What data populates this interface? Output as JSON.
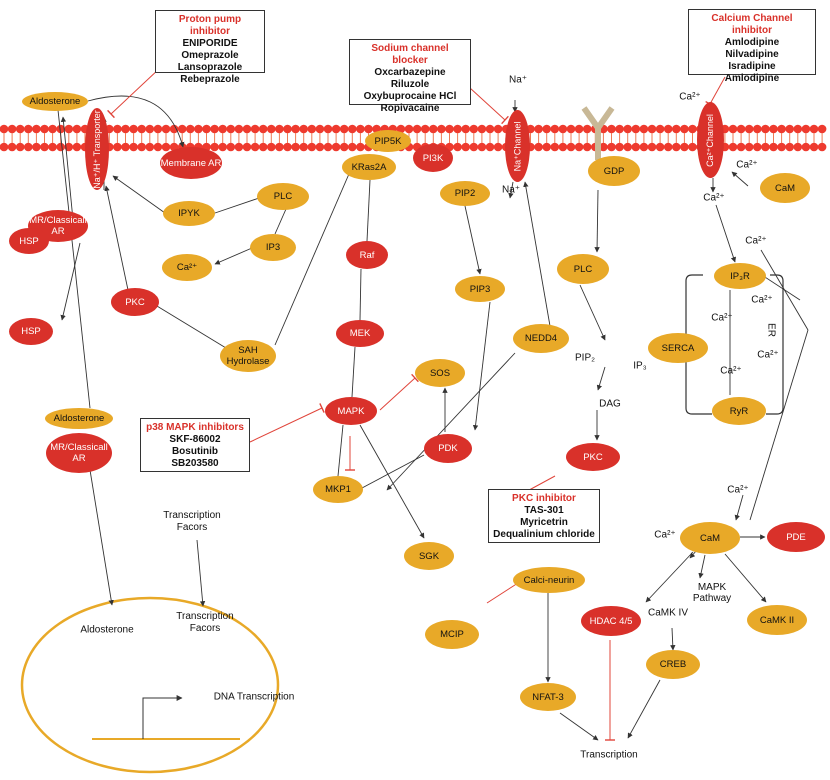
{
  "colors": {
    "orange": "#e8a928",
    "red": "#d9312a",
    "membrane": "#ee3a2e",
    "line": "#333333",
    "inhibit": "#e0443a",
    "nucleus": "#e8a928",
    "receptor": "#c8b896"
  },
  "inhibitor_boxes": [
    {
      "id": "proton",
      "title": "Proton pump inhibitor",
      "items": [
        "ENIPORIDE",
        "Omeprazole",
        "Lansoprazole",
        "Rebeprazole"
      ]
    },
    {
      "id": "sodium",
      "title": "Sodium channel blocker",
      "items": [
        "Oxcarbazepine",
        "Riluzole",
        "Oxybuprocaine HCl",
        "Ropivacaine"
      ]
    },
    {
      "id": "calcium",
      "title": "Calcium Channel inhibitor",
      "items": [
        "Amlodipine",
        "Nilvadipine",
        "Isradipine",
        "Amlodipine"
      ]
    },
    {
      "id": "p38",
      "title": "p38 MAPK inhibitors",
      "items": [
        "SKF-86002",
        "Bosutinib",
        "SB203580"
      ]
    },
    {
      "id": "pkc",
      "title": "PKC inhibitor",
      "items": [
        "TAS-301",
        "Myricetrin",
        "Dequalinium chloride"
      ]
    }
  ],
  "nodes": [
    {
      "id": "aldosterone1",
      "label": "Aldosterone",
      "color": "orange"
    },
    {
      "id": "nah",
      "label": "Na⁺/H⁺ Transporter",
      "color": "red"
    },
    {
      "id": "membrane_ar",
      "label": "Membrane AR",
      "color": "red"
    },
    {
      "id": "pip5k",
      "label": "PIP5K",
      "color": "orange"
    },
    {
      "id": "pi3k",
      "label": "PI3K",
      "color": "red"
    },
    {
      "id": "kras",
      "label": "KRas2A",
      "color": "orange"
    },
    {
      "id": "na_channel",
      "label": "Na⁺Channel",
      "color": "red"
    },
    {
      "id": "ca_channel",
      "label": "Ca²⁺Channel",
      "color": "red"
    },
    {
      "id": "mr1",
      "label": "MR/Classicall AR",
      "color": "red"
    },
    {
      "id": "hsp1",
      "label": "HSP",
      "color": "red"
    },
    {
      "id": "ipyk",
      "label": "IPYK",
      "color": "orange"
    },
    {
      "id": "plc1",
      "label": "PLC",
      "color": "orange"
    },
    {
      "id": "ip3a",
      "label": "IP3",
      "color": "orange"
    },
    {
      "id": "ca_node",
      "label": "Ca²⁺",
      "color": "orange"
    },
    {
      "id": "pip2",
      "label": "PIP2",
      "color": "orange"
    },
    {
      "id": "gdp",
      "label": "GDP",
      "color": "orange"
    },
    {
      "id": "cam1",
      "label": "CaM",
      "color": "orange"
    },
    {
      "id": "raf",
      "label": "Raf",
      "color": "red"
    },
    {
      "id": "plc2",
      "label": "PLC",
      "color": "orange"
    },
    {
      "id": "pip3",
      "label": "PIP3",
      "color": "orange"
    },
    {
      "id": "ip3r",
      "label": "IP₃R",
      "color": "orange"
    },
    {
      "id": "pkc1",
      "label": "PKC",
      "color": "red"
    },
    {
      "id": "hsp2",
      "label": "HSP",
      "color": "red"
    },
    {
      "id": "mek",
      "label": "MEK",
      "color": "red"
    },
    {
      "id": "nedd4",
      "label": "NEDD4",
      "color": "orange"
    },
    {
      "id": "sah",
      "label": "SAH Hydrolase",
      "color": "orange"
    },
    {
      "id": "serca",
      "label": "SERCA",
      "color": "orange"
    },
    {
      "id": "sos",
      "label": "SOS",
      "color": "orange"
    },
    {
      "id": "mapk",
      "label": "MAPK",
      "color": "red"
    },
    {
      "id": "aldosterone2",
      "label": "Aldosterone",
      "color": "orange"
    },
    {
      "id": "ryr",
      "label": "RyR",
      "color": "orange"
    },
    {
      "id": "mr2",
      "label": "MR/Classicall AR",
      "color": "red"
    },
    {
      "id": "pdk",
      "label": "PDK",
      "color": "red"
    },
    {
      "id": "pkc2",
      "label": "PKC",
      "color": "red"
    },
    {
      "id": "mkp1",
      "label": "MKP1",
      "color": "orange"
    },
    {
      "id": "cam2",
      "label": "CaM",
      "color": "orange"
    },
    {
      "id": "pde",
      "label": "PDE",
      "color": "red"
    },
    {
      "id": "sgk",
      "label": "SGK",
      "color": "orange"
    },
    {
      "id": "calcineurin",
      "label": "Calci-neurin",
      "color": "orange"
    },
    {
      "id": "mcip",
      "label": "MCIP",
      "color": "orange"
    },
    {
      "id": "hdac",
      "label": "HDAC 4/5",
      "color": "red"
    },
    {
      "id": "camk2",
      "label": "CaMK II",
      "color": "orange"
    },
    {
      "id": "creb",
      "label": "CREB",
      "color": "orange"
    },
    {
      "id": "nfat3",
      "label": "NFAT-3",
      "color": "orange"
    }
  ],
  "labels": [
    {
      "id": "na_ion1",
      "text": "Na⁺"
    },
    {
      "id": "na_ion2",
      "text": "Na⁺"
    },
    {
      "id": "ca_top",
      "text": "Ca²⁺"
    },
    {
      "id": "ca_r1",
      "text": "Ca²⁺"
    },
    {
      "id": "ca_r2",
      "text": "Ca²⁺"
    },
    {
      "id": "ca_r3",
      "text": "Ca²⁺"
    },
    {
      "id": "ca_er1",
      "text": "Ca²⁺"
    },
    {
      "id": "ca_er2",
      "text": "Ca²⁺"
    },
    {
      "id": "ca_er3",
      "text": "Ca²⁺"
    },
    {
      "id": "ca_er4",
      "text": "Ca²⁺"
    },
    {
      "id": "er",
      "text": "ER"
    },
    {
      "id": "pip2_txt",
      "text": "PIP₂"
    },
    {
      "id": "ip3_txt",
      "text": "IP₃"
    },
    {
      "id": "dag",
      "text": "DAG"
    },
    {
      "id": "ca_cam",
      "text": "Ca²⁺"
    },
    {
      "id": "ca_cam2",
      "text": "Ca²⁺"
    },
    {
      "id": "mapk_pathway",
      "text": "MAPK Pathway"
    },
    {
      "id": "camk4",
      "text": "CaMK IV"
    },
    {
      "id": "transcription",
      "text": "Transcription"
    },
    {
      "id": "tf1",
      "text": "Transcription Facors"
    },
    {
      "id": "aldosterone_nuc",
      "text": "Aldosterone"
    },
    {
      "id": "tf2",
      "text": "Transcription Facors"
    },
    {
      "id": "dna",
      "text": "DNA Transcription"
    }
  ]
}
